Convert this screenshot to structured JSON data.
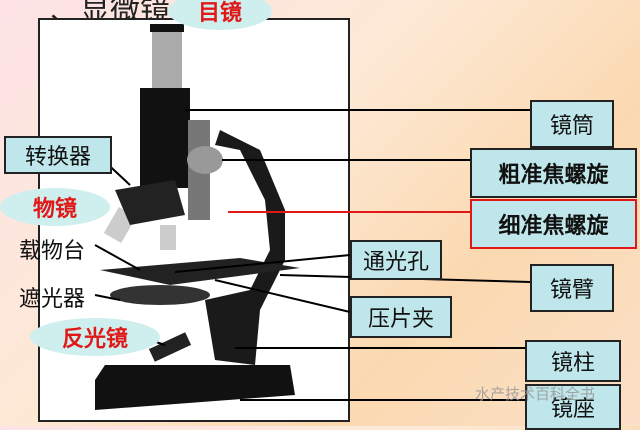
{
  "title": "、显微镜",
  "labels": {
    "eyepiece": "目镜",
    "tube": "镜筒",
    "coarse": "粗准焦螺旋",
    "fine": "细准焦螺旋",
    "nosepiece": "转换器",
    "objective": "物镜",
    "stage": "载物台",
    "diaphragm": "遮光器",
    "mirror": "反光镜",
    "aperture": "通光孔",
    "clip": "压片夹",
    "arm": "镜臂",
    "pillar": "镜柱",
    "base": "镜座"
  },
  "watermark": "水产技术百科全书",
  "colors": {
    "box": "#bfe6ea",
    "highlight": "#e01818"
  }
}
